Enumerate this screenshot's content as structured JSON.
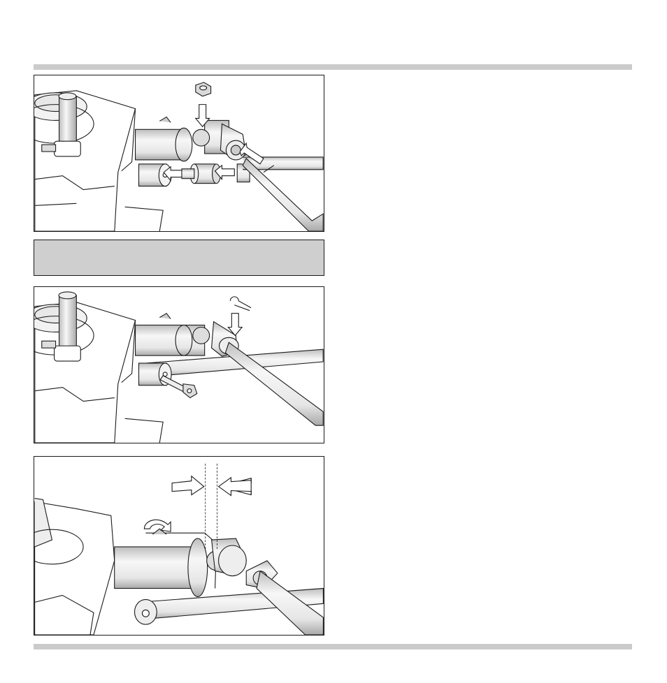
{
  "page": {
    "colors": {
      "rule": "#cbcbcb",
      "note_box": "#cfcfcf",
      "line": "#1a1a1a",
      "metal_light": "#f2f2f2",
      "metal_shade": "#bdbdbd"
    }
  },
  "figures": [
    {
      "name": "install-knuckle-figure",
      "icons": [
        "nut-icon",
        "arrow-down-icon",
        "arrow-left-icon",
        "arrow-insert-icon"
      ]
    },
    {
      "name": "cotter-pin-figure",
      "icons": [
        "cotter-pin-icon",
        "wrench-icon",
        "arrow-down-icon"
      ]
    },
    {
      "name": "alignment-figure",
      "icons": [
        "arrow-right-icon",
        "arrow-left-icon",
        "rotate-arrow-icon"
      ]
    }
  ],
  "note": {
    "text": ""
  }
}
